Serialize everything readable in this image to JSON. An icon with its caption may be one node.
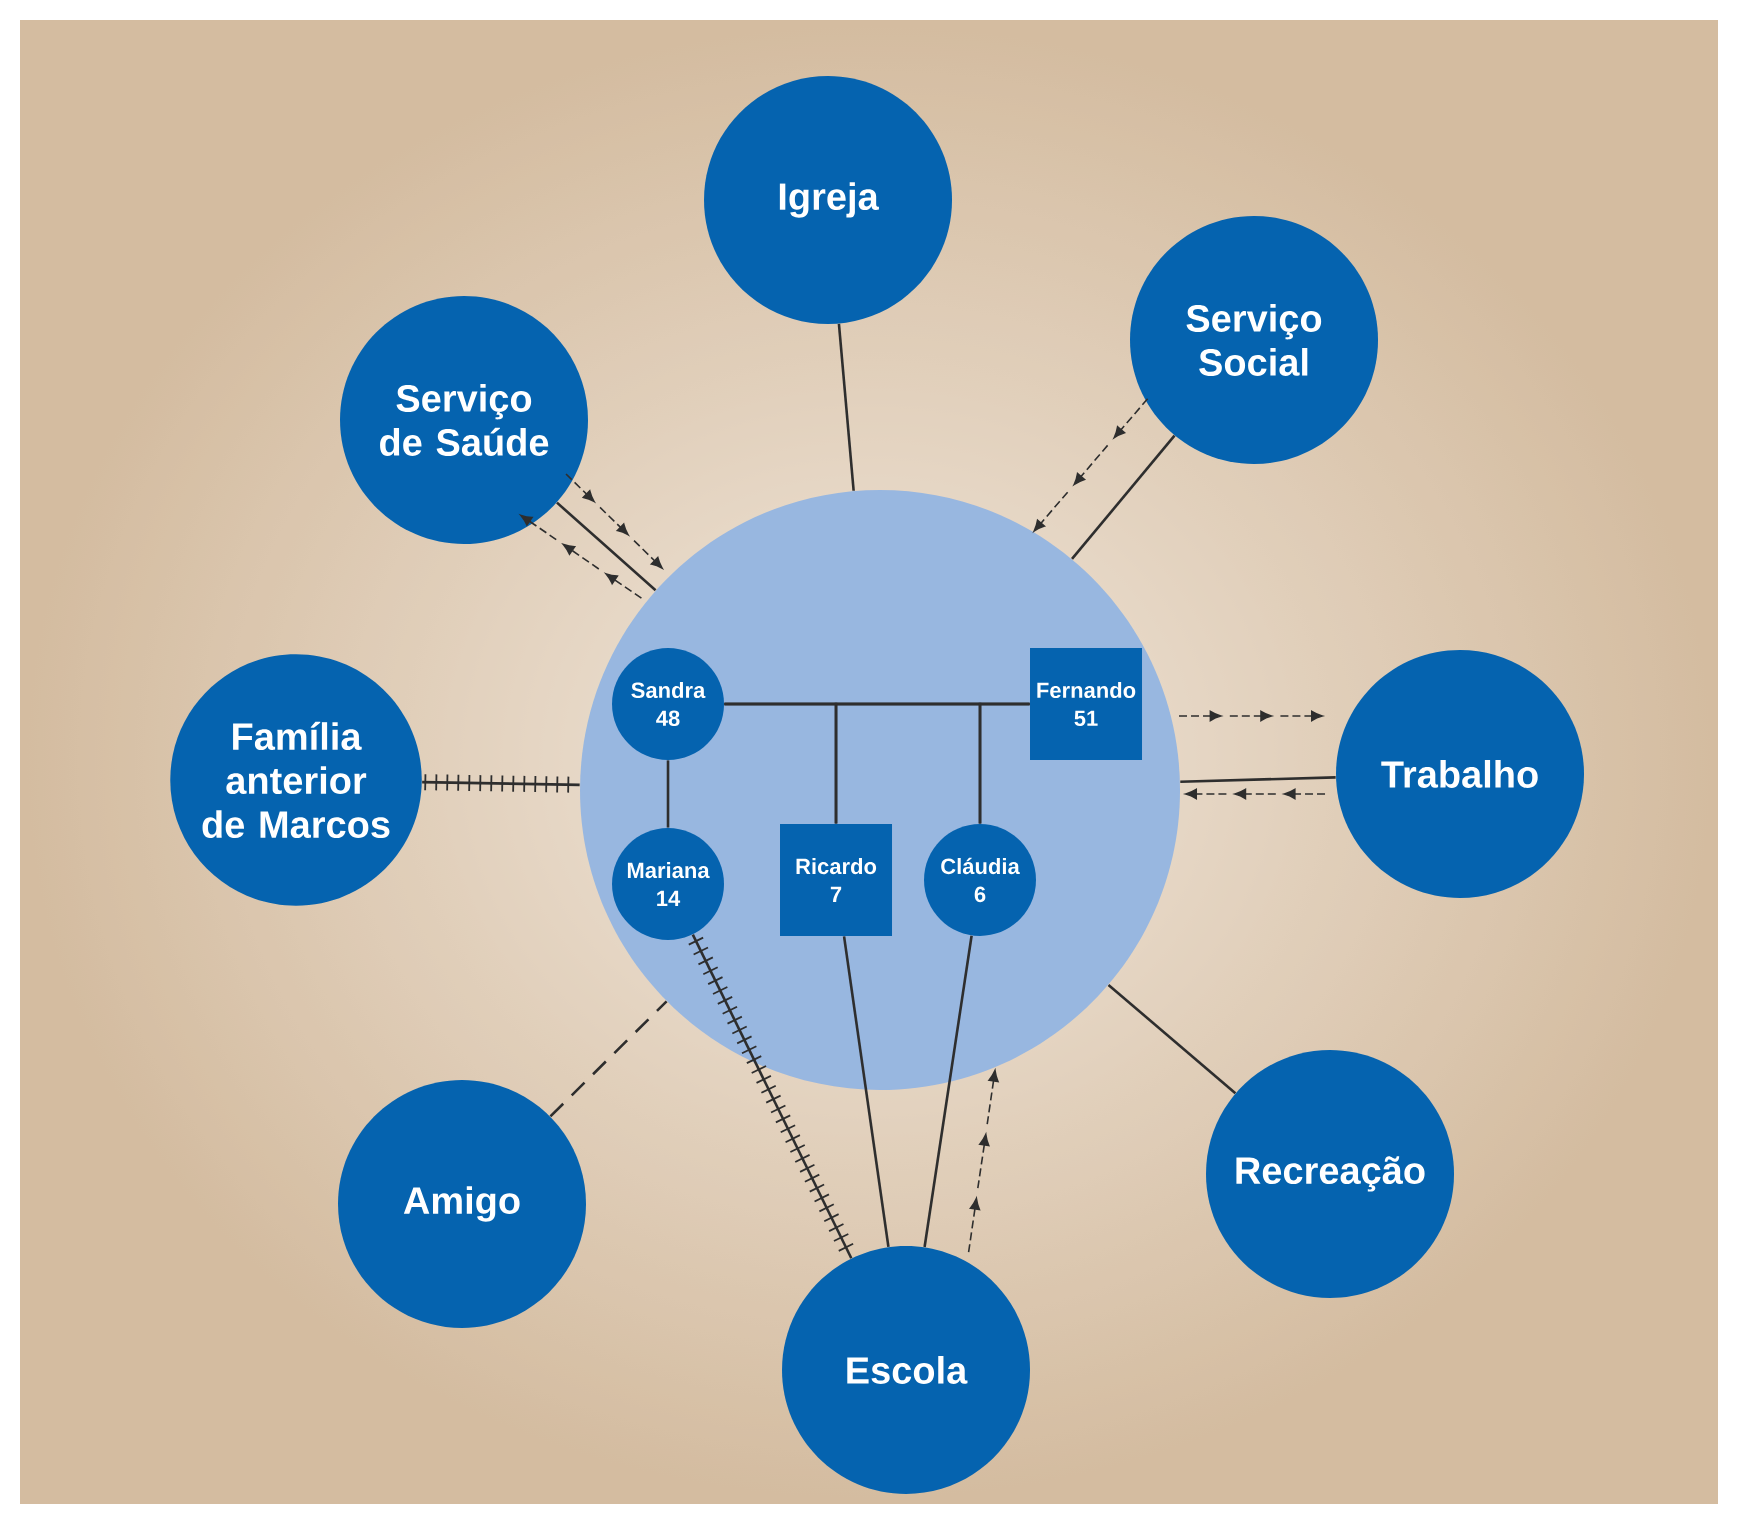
{
  "diagram": {
    "nodes": [
      {
        "text": [],
        "shape": "circle"
      },
      {
        "text": [
          "Igreja"
        ]
      },
      {
        "text": [
          "Serviço de Saúde"
        ]
      },
      {
        "text": [
          "Serviço Social"
        ]
      },
      {
        "text": [
          "Família anterior de Marcos"
        ]
      },
      {
        "text": [
          "Trabalho"
        ]
      },
      {
        "text": [
          "Amigo"
        ]
      },
      {
        "text": [
          "Recreação"
        ]
      },
      {
        "text": [
          "Escola"
        ]
      },
      {
        "text": [
          "Sandra",
          "48"
        ],
        "in": 0
      },
      {
        "text": [
          "Fernando",
          "51"
        ],
        "in": 0
      },
      {
        "text": [
          "Mariana",
          "14"
        ],
        "in": 0
      },
      {
        "text": [
          "Ricardo",
          "7"
        ],
        "in": 0
      },
      {
        "text": [
          "Cláudia",
          "6"
        ],
        "in": 0
      }
    ],
    "edges": [
      {
        "from": 1,
        "to": 0,
        "arrow": "none"
      },
      {
        "from": 2,
        "to": 0,
        "arrow": "none"
      },
      {
        "from": 3,
        "to": 0,
        "arrow": "none"
      },
      {
        "from": 4,
        "to": 0,
        "arrow": "none"
      },
      {
        "from": 0,
        "to": 5,
        "arrow": "none"
      },
      {
        "from": 6,
        "to": 0,
        "arrow": "none",
        "style": "dashed"
      },
      {
        "from": 0,
        "to": 7,
        "arrow": "none"
      },
      {
        "from": 9,
        "to": 10,
        "arrow": "none"
      },
      {
        "from": 9,
        "to": 11,
        "arrow": "none"
      },
      {
        "from": 9,
        "to": 12,
        "arrow": "none"
      },
      {
        "from": 10,
        "to": 12,
        "arrow": "none"
      },
      {
        "from": 9,
        "to": 13,
        "arrow": "none"
      },
      {
        "from": 10,
        "to": 13,
        "arrow": "none"
      },
      {
        "from": 11,
        "to": 8,
        "arrow": "none"
      },
      {
        "from": 12,
        "to": 8,
        "arrow": "none"
      },
      {
        "from": 13,
        "to": 8,
        "arrow": "none"
      }
    ]
  }
}
